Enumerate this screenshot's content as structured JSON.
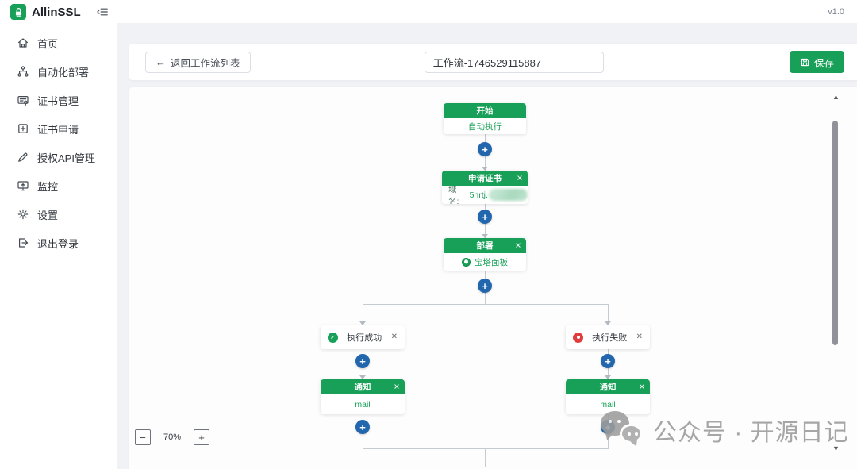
{
  "app": {
    "version": "v1.0"
  },
  "sidebar": {
    "brand": "AllinSSL",
    "items": [
      {
        "label": "首页",
        "icon": "home-icon"
      },
      {
        "label": "自动化部署",
        "icon": "workflow-icon"
      },
      {
        "label": "证书管理",
        "icon": "certificate-manage-icon"
      },
      {
        "label": "证书申请",
        "icon": "certificate-apply-icon"
      },
      {
        "label": "授权API管理",
        "icon": "api-auth-icon"
      },
      {
        "label": "监控",
        "icon": "monitor-icon"
      },
      {
        "label": "设置",
        "icon": "settings-icon"
      },
      {
        "label": "退出登录",
        "icon": "logout-icon"
      }
    ]
  },
  "toolbar": {
    "back_label": "返回工作流列表",
    "workflow_name": "工作流-1746529115887",
    "save_label": "保存"
  },
  "workflow": {
    "start": {
      "title": "开始",
      "body": "自动执行"
    },
    "apply": {
      "title": "申请证书",
      "body_label": "域名:",
      "body_value": "5nrtj."
    },
    "deploy": {
      "title": "部署",
      "body": "宝塔面板"
    },
    "success": {
      "label": "执行成功"
    },
    "fail": {
      "label": "执行失败"
    },
    "notify_success": {
      "title": "通知",
      "body": "mail"
    },
    "notify_fail": {
      "title": "通知",
      "body": "mail"
    }
  },
  "zoom_controls": {
    "out": "−",
    "level": "70%",
    "in": "+"
  },
  "watermark": {
    "text": "公众号 · 开源日记"
  },
  "icons": {
    "back_arrow": "←",
    "close": "✕",
    "plus": "+",
    "check": "✓",
    "scroll_up": "▲",
    "scroll_down": "▼"
  },
  "colors": {
    "green": "#18a058",
    "blue": "#2266ad",
    "red": "#e03e3e"
  }
}
